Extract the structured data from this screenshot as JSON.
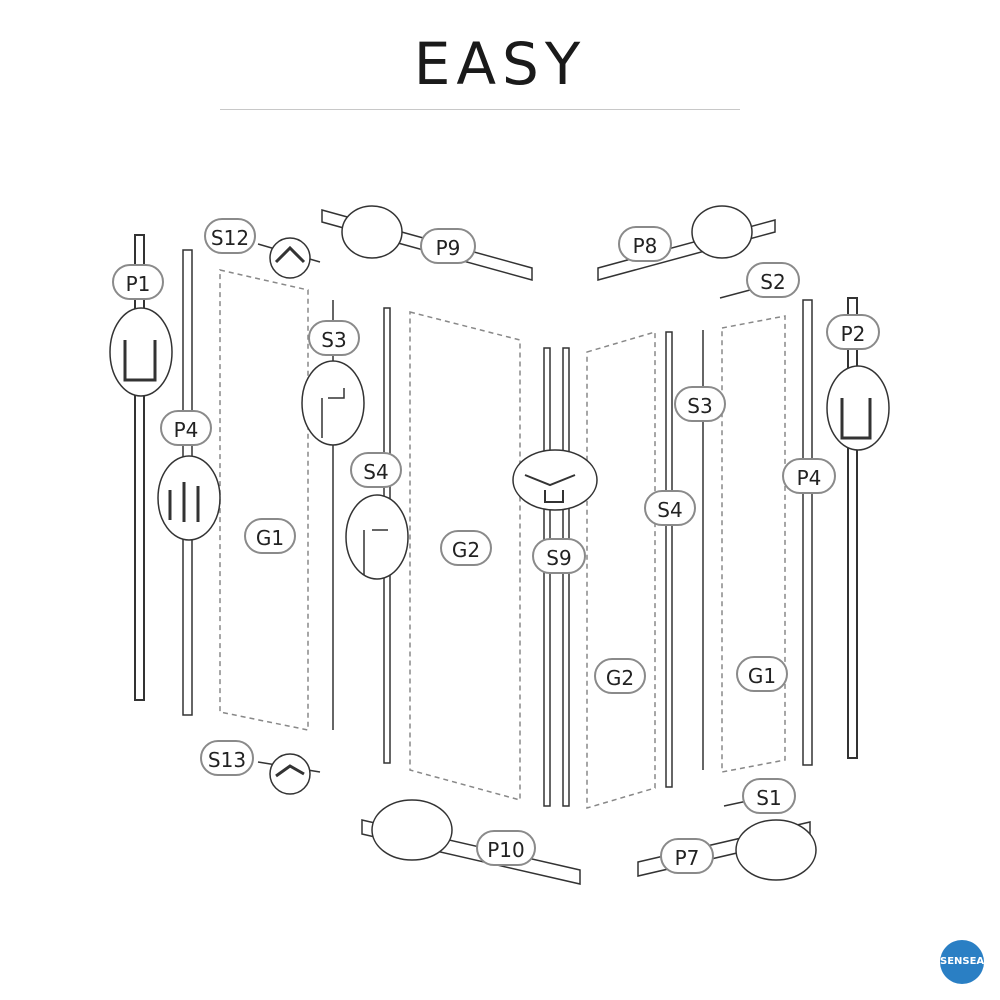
{
  "title": "EASY",
  "labels": {
    "P1": "P1",
    "P2": "P2",
    "P4a": "P4",
    "P4b": "P4",
    "P7": "P7",
    "P8": "P8",
    "P9": "P9",
    "P10": "P10",
    "S1": "S1",
    "S2": "S2",
    "S3a": "S3",
    "S3b": "S3",
    "S4a": "S4",
    "S4b": "S4",
    "S9": "S9",
    "S12": "S12",
    "S13": "S13",
    "G1a": "G1",
    "G1b": "G1",
    "G2a": "G2",
    "G2b": "G2"
  },
  "logo": {
    "text": "SENSEA",
    "color": "#2a7fc4"
  }
}
